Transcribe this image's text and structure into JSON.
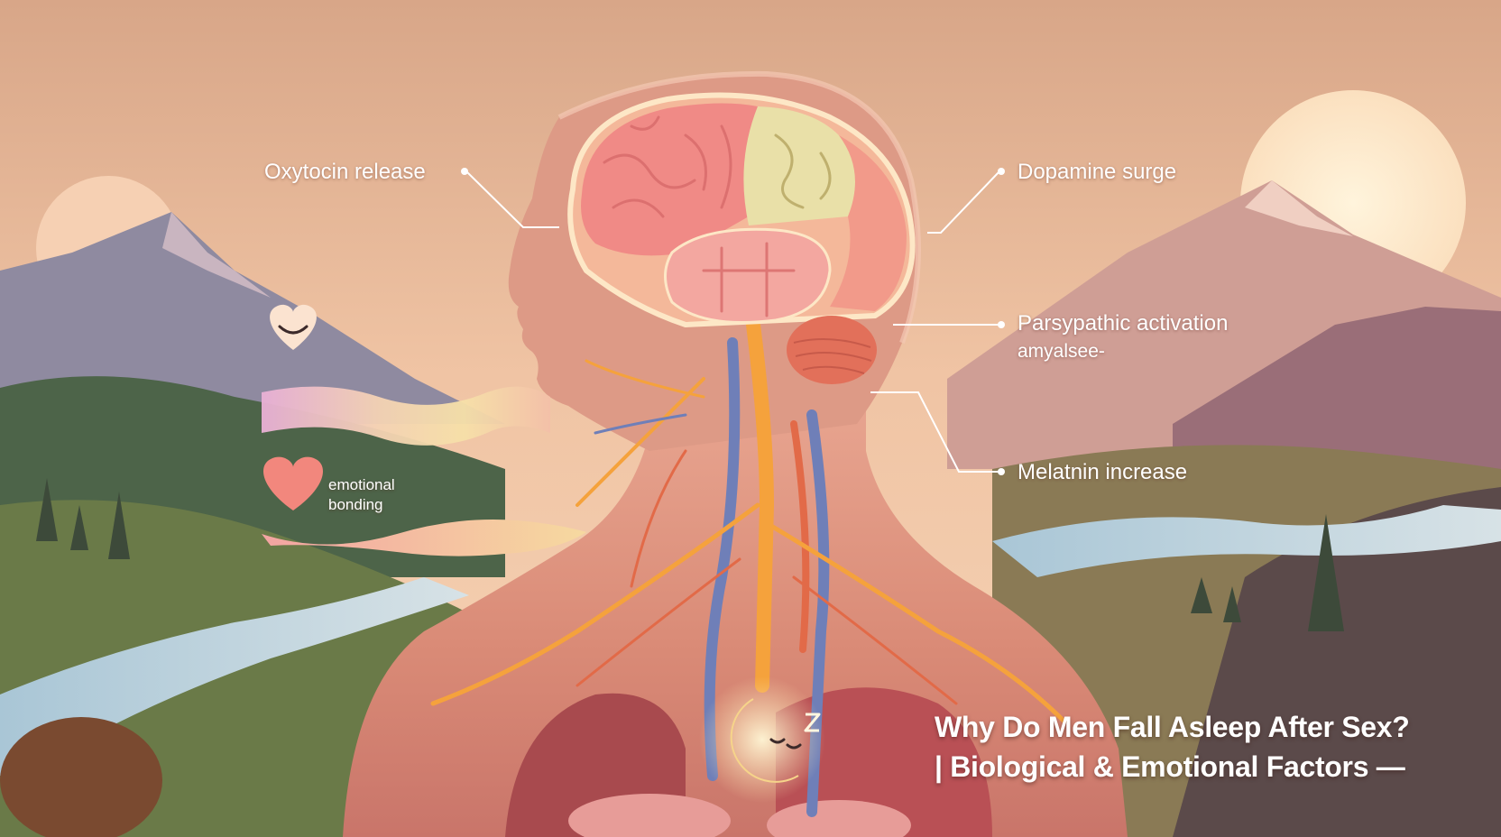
{
  "labels": {
    "oxytocin": "Oxytocin release",
    "dopamine": "Dopamine surge",
    "parasympathetic": "Parsypathic activation",
    "amygdala": "amyalsee-",
    "melatonin": "Melatnin increase",
    "emotional_bonding_line1": "emotional",
    "emotional_bonding_line2": "bonding"
  },
  "title": {
    "line1": "Why Do Men Fall Asleep After Sex?",
    "line2": "| Biological & Emotional Factors —"
  },
  "icons": [
    "heart-smile-icon",
    "heart-icon",
    "moon-sleep-icon"
  ],
  "colors": {
    "sky": "#f2c6a4",
    "brain_pink": "#f08a86",
    "brain_cream": "#e9e0a8",
    "nerve_orange": "#f5a23c",
    "vein_blue": "#6f7fb8",
    "heart_pink": "#f2877d"
  }
}
